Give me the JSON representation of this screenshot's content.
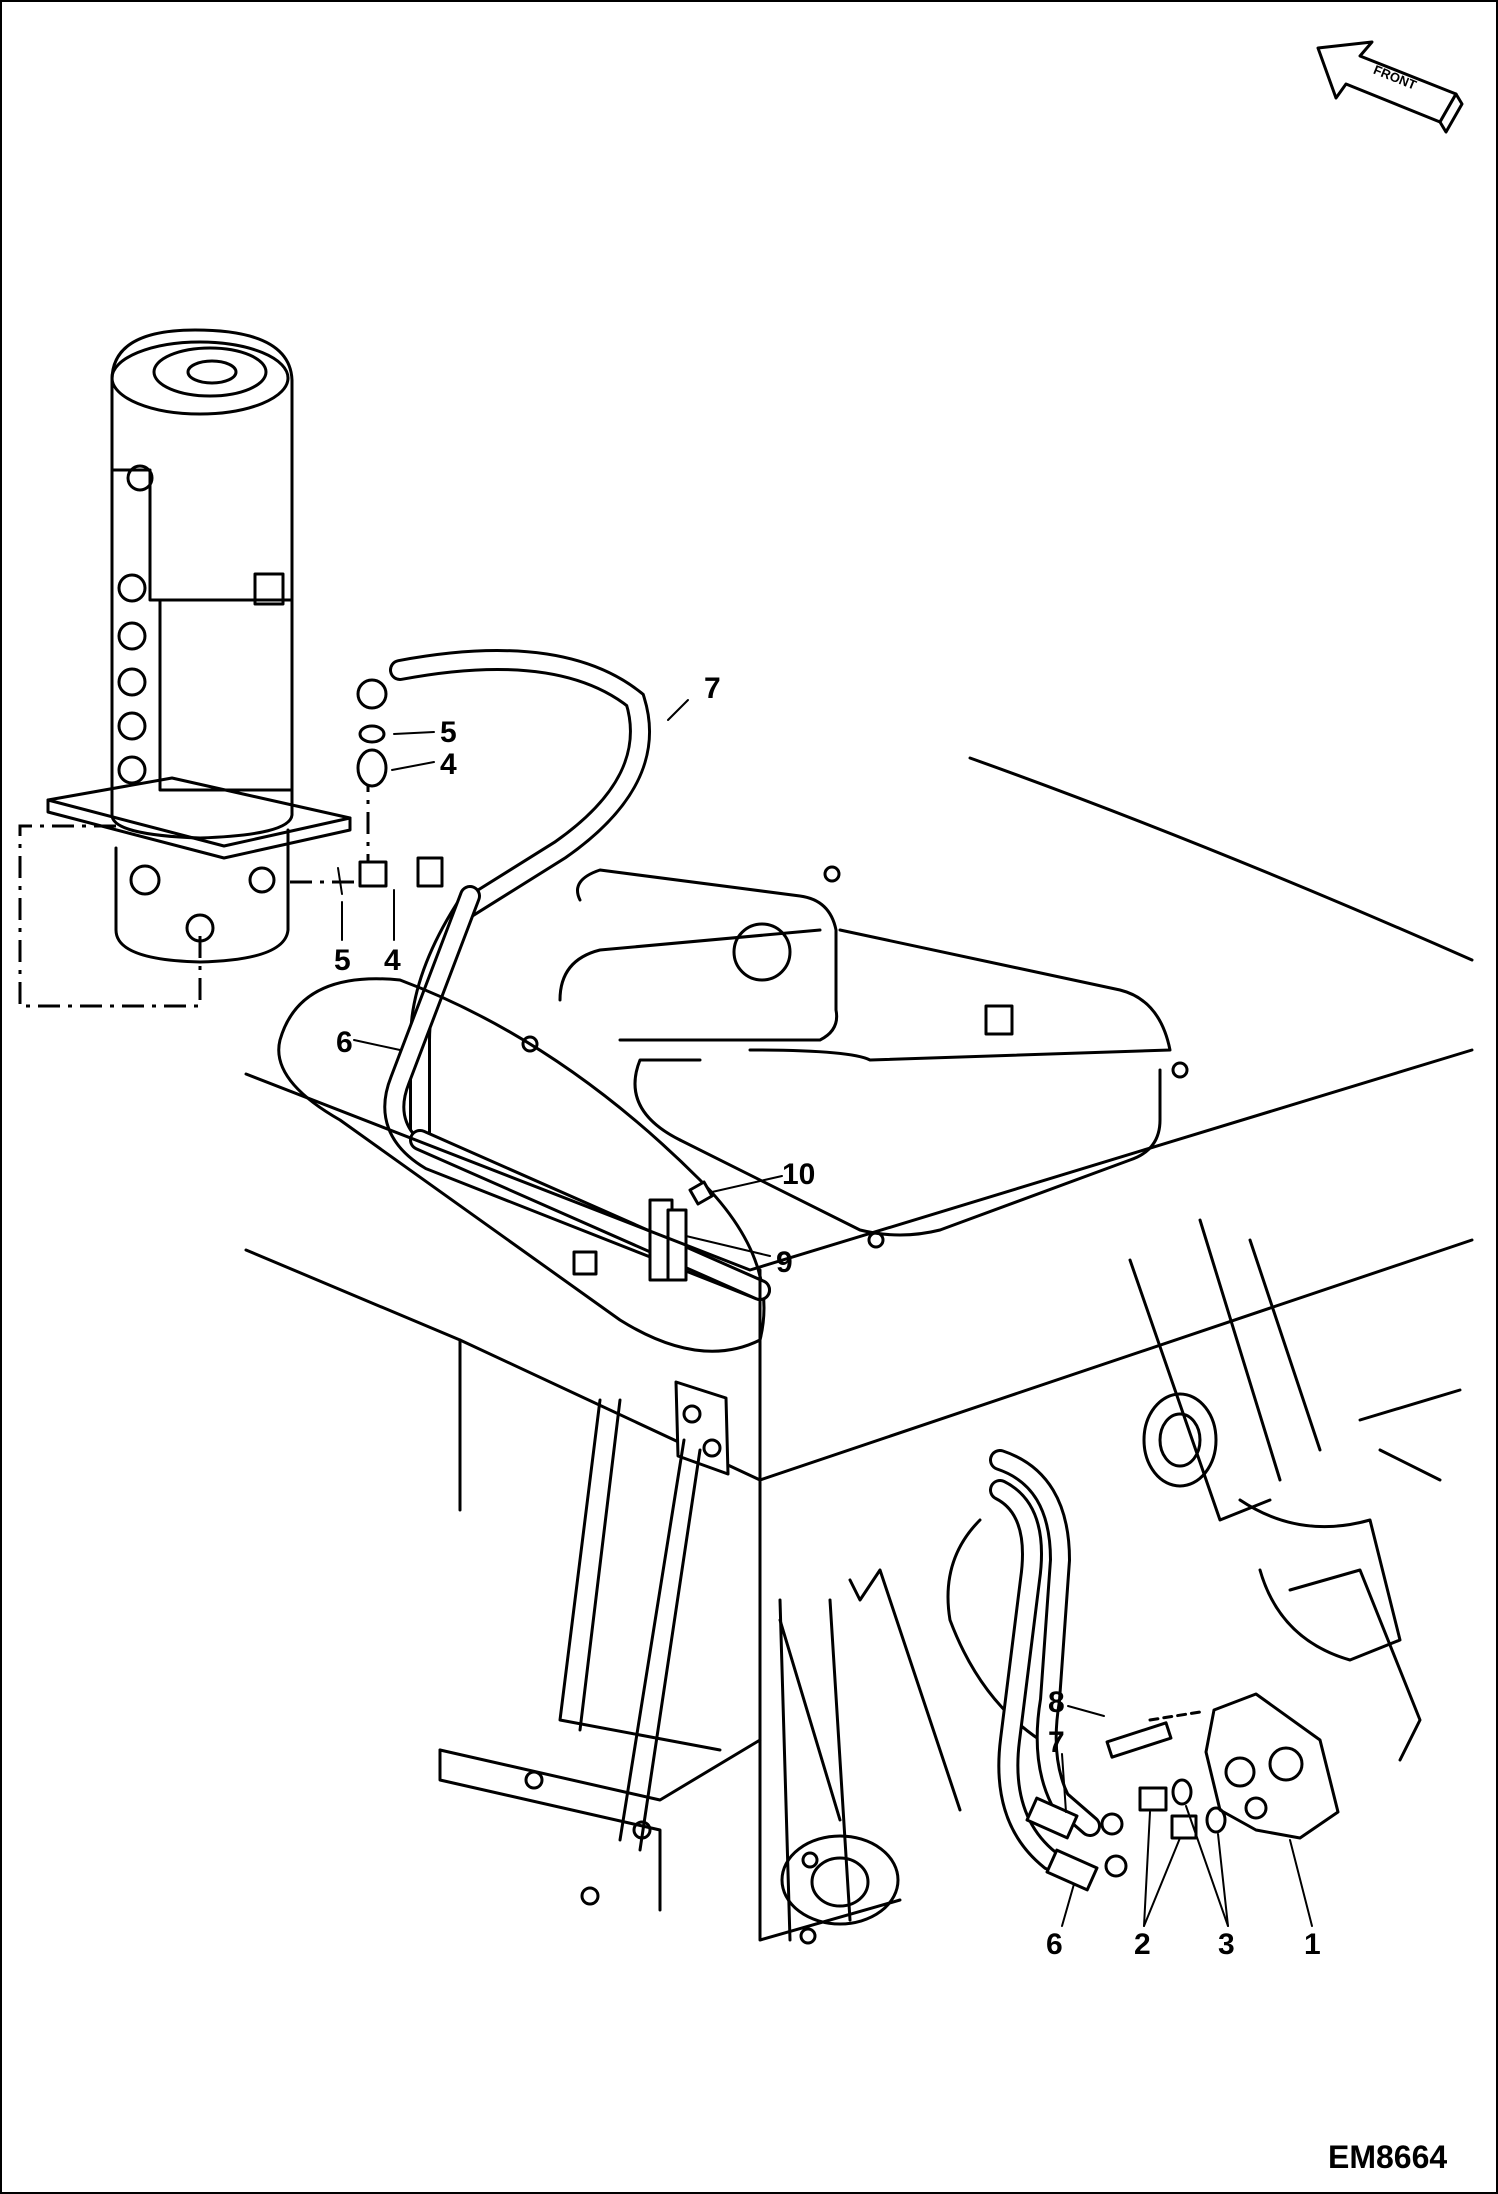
{
  "figure": {
    "drawing_code": "EM8664",
    "direction_label": "FRONT",
    "callouts": [
      "1",
      "2",
      "3",
      "4",
      "5",
      "6",
      "7",
      "8",
      "9",
      "10"
    ],
    "callout_upper": {
      "c7": "7",
      "c5": "5",
      "c4": "4",
      "c5b": "5",
      "c4b": "4",
      "c6": "6",
      "c10": "10",
      "c9": "9"
    },
    "callout_lower": {
      "c8": "8",
      "c7": "7",
      "c6": "6",
      "c2": "2",
      "c3": "3",
      "c1": "1"
    }
  },
  "colors": {
    "line": "#000000",
    "paper": "#ffffff"
  },
  "icons": {
    "direction": "front-arrow-icon"
  }
}
